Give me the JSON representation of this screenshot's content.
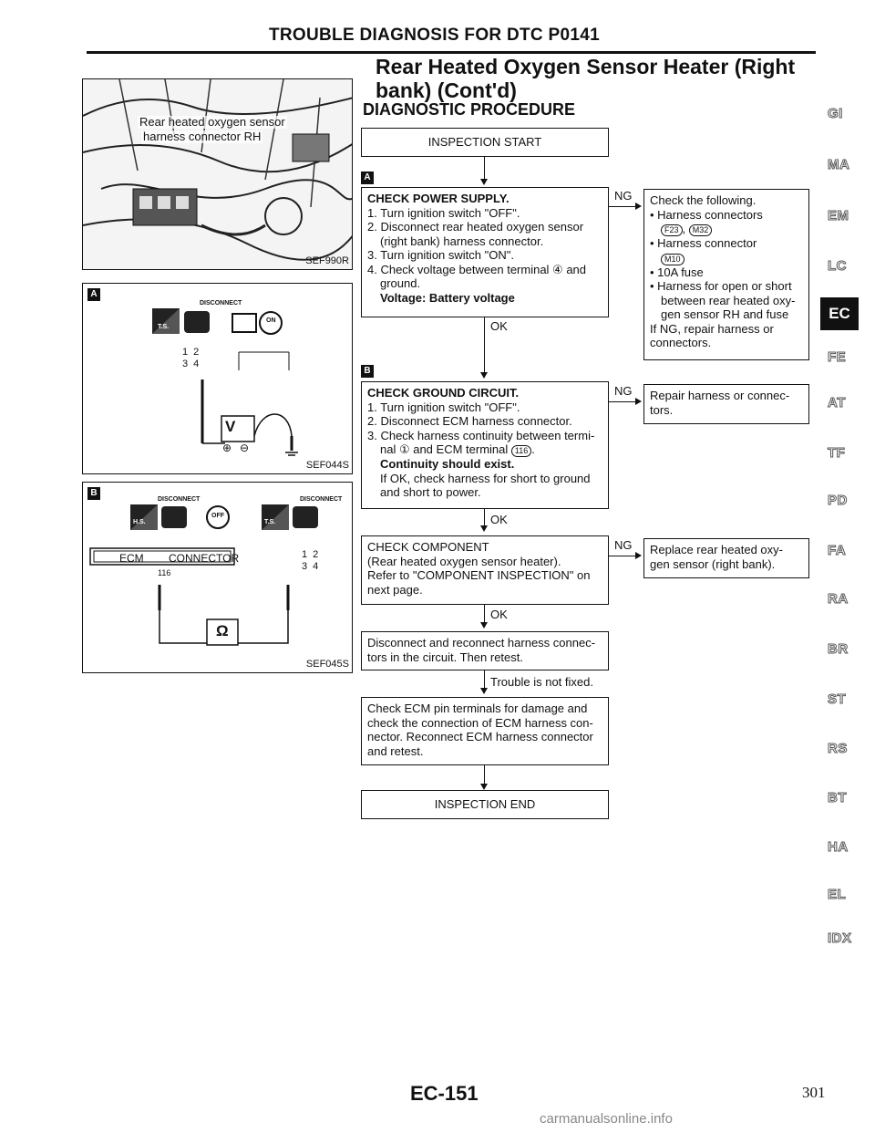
{
  "header": "TROUBLE DIAGNOSIS FOR DTC P0141",
  "title_lines": [
    "Rear Heated Oxygen Sensor Heater (Right",
    "bank) (Cont'd)"
  ],
  "subtitle": "DIAGNOSTIC PROCEDURE",
  "left_panels": {
    "photo": {
      "label_line1": "Rear heated oxygen sensor",
      "label_line2": "harness connector RH",
      "code": "SEF990R"
    },
    "panel_a": {
      "tag": "A",
      "disconnect": "DISCONNECT",
      "ts": "T.S.",
      "on": "ON",
      "pins": [
        "1",
        "2",
        "3",
        "4"
      ],
      "meter": "V",
      "plus": "⊕",
      "minus": "⊖",
      "code": "SEF044S"
    },
    "panel_b": {
      "tag": "B",
      "disconnect1": "DISCONNECT",
      "disconnect2": "DISCONNECT",
      "hs": "H.S.",
      "ts": "T.S.",
      "off": "OFF",
      "ecm": "ECM",
      "connector": "CONNECTOR",
      "pin116": "116",
      "pins": [
        "1",
        "2",
        "3",
        "4"
      ],
      "meter": "Ω",
      "code": "SEF045S"
    }
  },
  "flow": {
    "start": "INSPECTION START",
    "step_a": {
      "tag": "A",
      "heading": "CHECK POWER SUPPLY.",
      "lines": [
        "1. Turn ignition switch \"OFF\".",
        "2. Disconnect rear heated oxygen sensor",
        "(right bank) harness connector.",
        "3. Turn ignition switch \"ON\".",
        "4. Check voltage between terminal ④ and",
        "ground."
      ],
      "result": "Voltage: Battery voltage",
      "ng": "NG",
      "ok": "OK",
      "ng_box": {
        "line1": "Check the following.",
        "line2": "• Harness connectors",
        "conn1": "F23",
        "sep": ",",
        "conn2": "M32",
        "line3": "• Harness connector",
        "conn3": "M10",
        "line4": "• 10A fuse",
        "line5": "• Harness for open or short",
        "line6": "between rear heated oxy-",
        "line7": "gen sensor RH and fuse",
        "line8": "If NG, repair harness or",
        "line9": "connectors."
      }
    },
    "step_b": {
      "tag": "B",
      "heading": "CHECK GROUND CIRCUIT.",
      "lines": [
        "1. Turn ignition switch \"OFF\".",
        "2. Disconnect ECM harness connector.",
        "3. Check harness continuity between termi-"
      ],
      "line4a": "nal ① and ECM terminal",
      "conn": "116",
      "line4b": ".",
      "result": "Continuity should exist.",
      "tail1": "If OK, check harness for short to ground",
      "tail2": "and short to power.",
      "ng": "NG",
      "ok": "OK",
      "ng_box": [
        "Repair harness or connec-",
        "tors."
      ]
    },
    "step_c": {
      "lines": [
        "CHECK COMPONENT",
        "(Rear heated oxygen sensor heater).",
        "Refer to \"COMPONENT INSPECTION\" on",
        "next page."
      ],
      "ng": "NG",
      "ok": "OK",
      "ng_box": [
        "Replace rear heated oxy-",
        "gen sensor (right bank)."
      ]
    },
    "step_d": {
      "lines": [
        "Disconnect and reconnect harness connec-",
        "tors in the circuit. Then retest."
      ],
      "trouble": "Trouble is not fixed."
    },
    "step_e": {
      "lines": [
        "Check ECM pin terminals for damage and",
        "check the connection of ECM harness con-",
        "nector. Reconnect ECM harness connector",
        "and retest."
      ]
    },
    "end": "INSPECTION END"
  },
  "side_tabs": [
    "GI",
    "MA",
    "EM",
    "LC",
    "EC",
    "FE",
    "AT",
    "TF",
    "PD",
    "FA",
    "RA",
    "BR",
    "ST",
    "RS",
    "BT",
    "HA",
    "EL",
    "IDX"
  ],
  "active_tab": "EC",
  "footer_code": "EC-151",
  "page_number": "301",
  "watermark": "carmanualsonline.info"
}
